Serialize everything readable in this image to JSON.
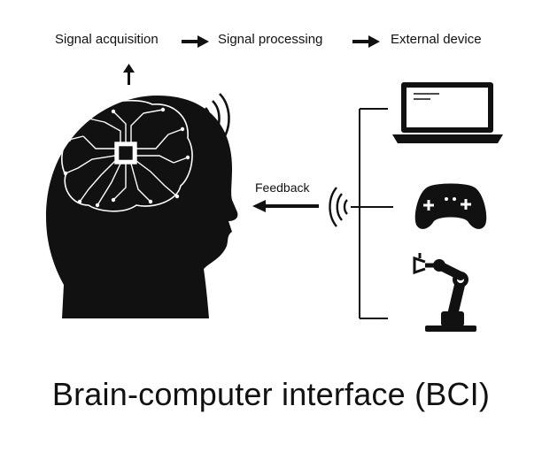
{
  "pipeline": {
    "step1": "Signal acquisition",
    "step2": "Signal processing",
    "step3": "External device"
  },
  "feedback_label": "Feedback",
  "title": "Brain-computer interface (BCI)",
  "icons": [
    "head-silhouette-icon",
    "brain-circuit-icon",
    "wireless-signal-icon",
    "laptop-icon",
    "gamepad-icon",
    "robotic-arm-icon"
  ],
  "colors": {
    "ink": "#111111",
    "background": "#ffffff"
  }
}
